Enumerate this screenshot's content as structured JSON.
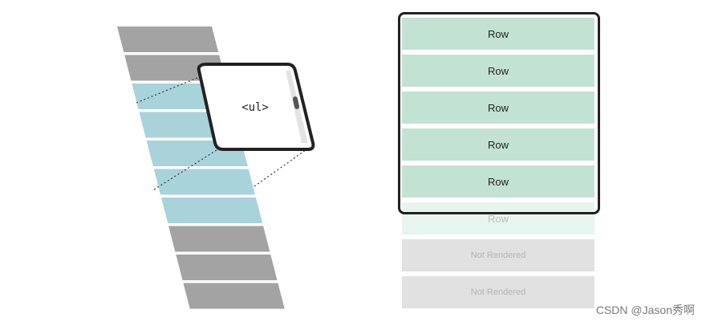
{
  "left": {
    "ul_label": "<ul>"
  },
  "right": {
    "rendered_rows": [
      "Row",
      "Row",
      "Row",
      "Row",
      "Row"
    ],
    "partial_row": "Row",
    "not_rendered_rows": [
      "Not Rendered",
      "Not Rendered"
    ]
  },
  "colors": {
    "strip_gray": "#a3a3a3",
    "strip_teal": "#a8d3da",
    "row_green": "#c2e2d3",
    "row_faded": "#e8f4ee",
    "row_gray": "#e1e1e1",
    "frame": "#222222"
  },
  "watermark": "CSDN @Jason秀啊"
}
